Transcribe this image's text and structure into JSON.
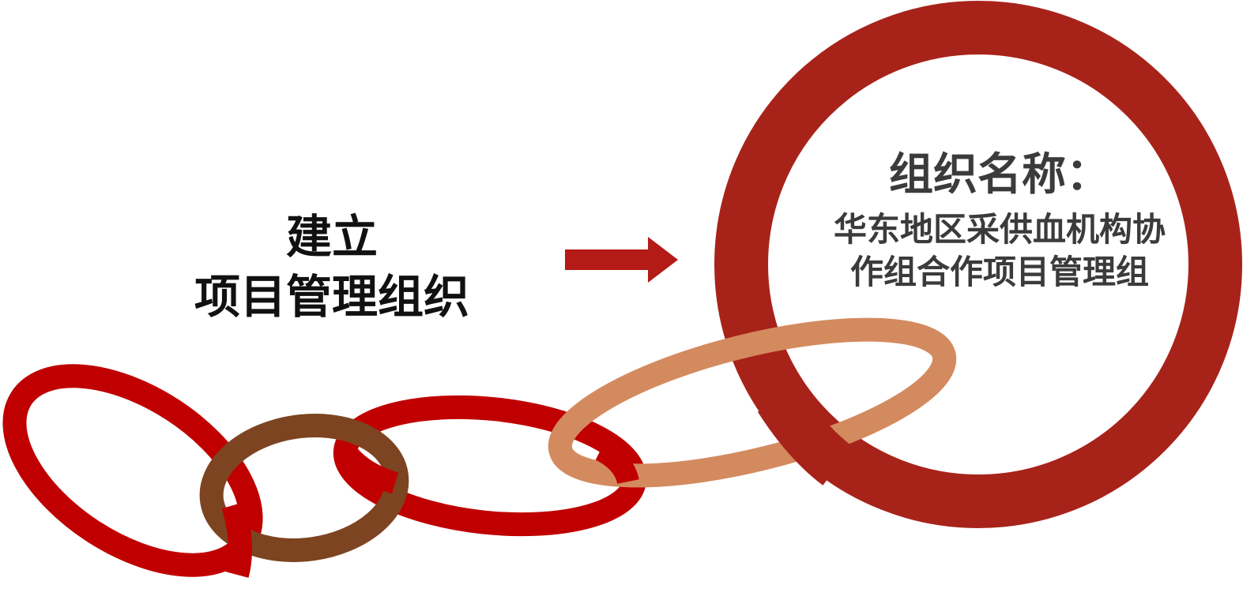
{
  "left_label": {
    "line1": "建立",
    "line2": "项目管理组织"
  },
  "arrow_icon": "right-arrow-icon",
  "circle_label": {
    "title": "组织名称：",
    "body": "华东地区采供血机构协作组合作项目管理组"
  },
  "colors": {
    "big_ring": "#a7231a",
    "red_link": "#c00000",
    "brown_link": "#7d4421",
    "tan_link": "#d48a5f",
    "arrow": "#b41a16",
    "left_text": "#111111",
    "right_text": "#3b3b3b",
    "background": "#ffffff"
  }
}
